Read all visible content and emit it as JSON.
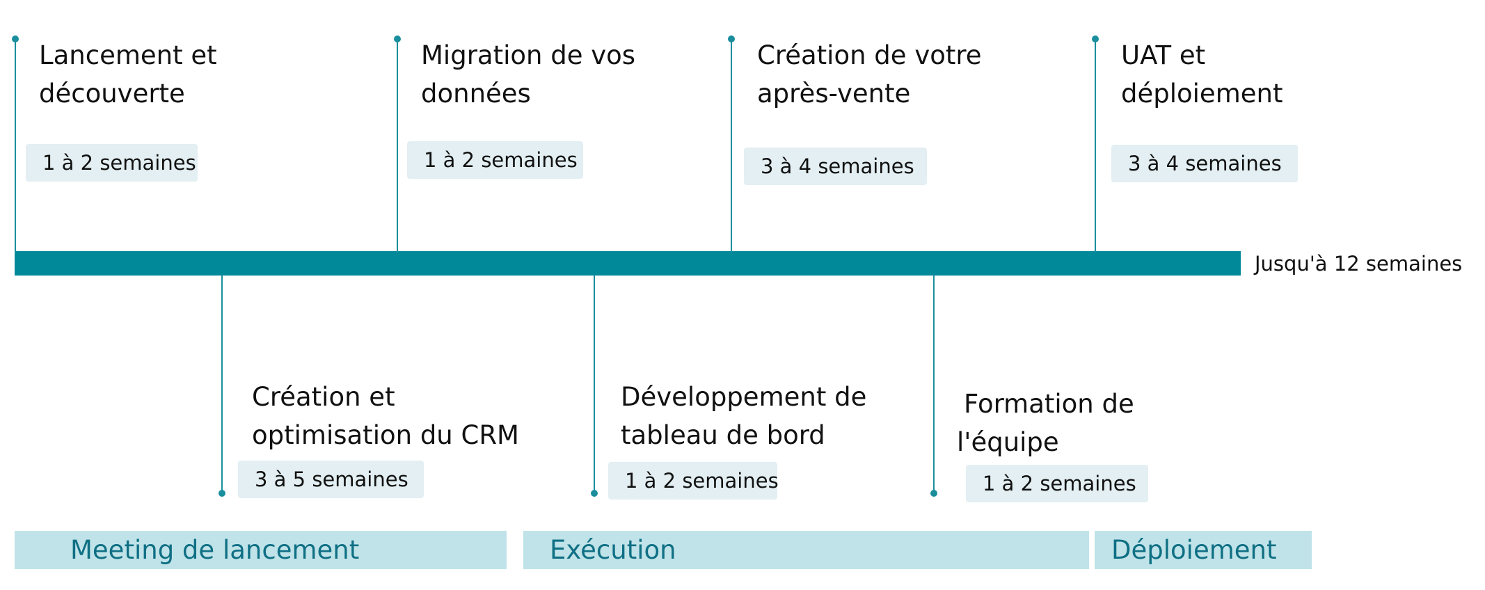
{
  "colors": {
    "axis": "#018899",
    "stem": "#1a8e9d",
    "badge_bg": "#e3eff2",
    "phase_bg": "#bfe3e8",
    "phase_text": "#0f6f84"
  },
  "timeline": {
    "end_label": "Jusqu'à 12 semaines"
  },
  "milestones_top": [
    {
      "title_line1": "Lancement et",
      "title_line2": "découverte",
      "duration": "1 à 2 semaines"
    },
    {
      "title_line1": "Migration de vos",
      "title_line2": "données",
      "duration": "1 à 2 semaines"
    },
    {
      "title_line1": "Création de votre",
      "title_line2": "après-vente",
      "duration": "3 à 4 semaines"
    },
    {
      "title_line1": "UAT et",
      "title_line2": "déploiement",
      "duration": "3 à 4 semaines"
    }
  ],
  "milestones_bottom": [
    {
      "title_line1": "Création et",
      "title_line2": "optimisation du CRM",
      "duration": "3 à 5 semaines"
    },
    {
      "title_line1": "Développement de",
      "title_line2": "tableau de bord",
      "duration": "1 à 2 semaines"
    },
    {
      "title_line1": "Formation de",
      "title_line2": "l'équipe",
      "duration": "1 à 2 semaines"
    }
  ],
  "phases": [
    {
      "label": "Meeting de lancement"
    },
    {
      "label": "Exécution"
    },
    {
      "label": "Déploiement"
    }
  ]
}
